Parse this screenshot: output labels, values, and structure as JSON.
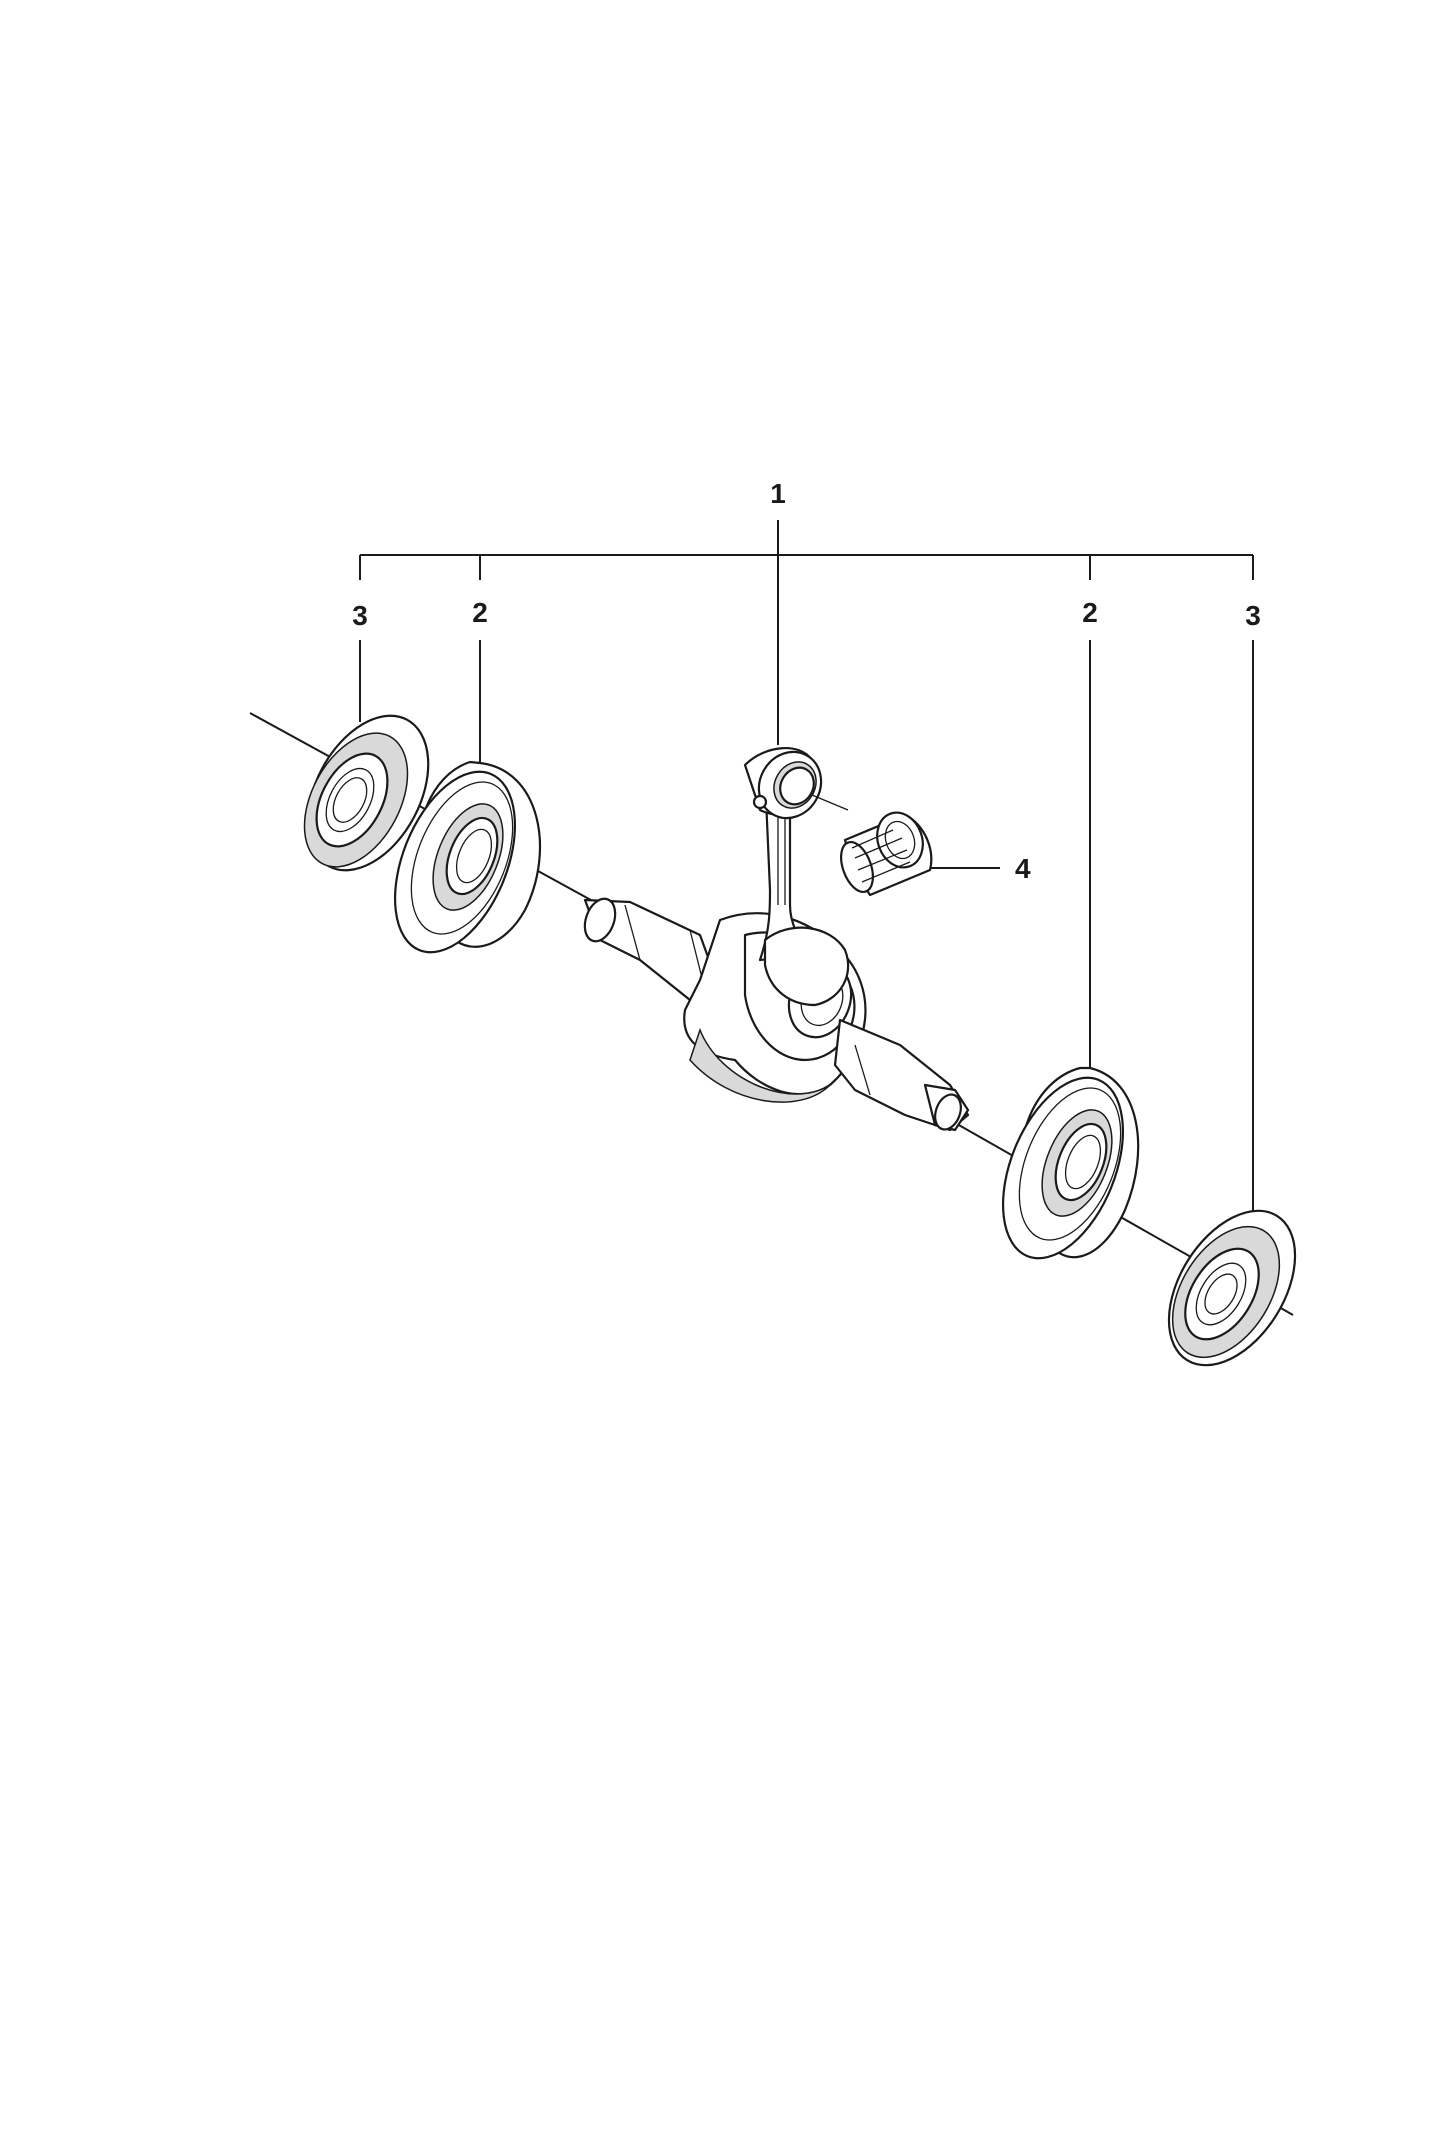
{
  "callouts": {
    "assembly": "1",
    "bearing_left": "2",
    "bearing_right": "2",
    "seal_left": "3",
    "seal_right": "3",
    "needle_bearing": "4"
  },
  "colors": {
    "ink": "#1a1a1a",
    "background": "#ffffff",
    "shade": "#d9d9d9"
  }
}
